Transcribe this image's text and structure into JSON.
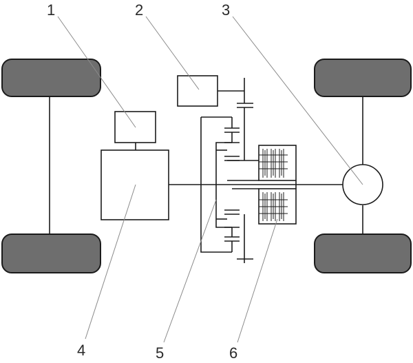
{
  "labels": {
    "l1": "1",
    "l2": "2",
    "l3": "3",
    "l4": "4",
    "l5": "5",
    "l6": "6"
  },
  "colors": {
    "wheel_fill": "#6e6e6e",
    "line": "#1a1a1a",
    "leader": "#8a8a8a"
  }
}
